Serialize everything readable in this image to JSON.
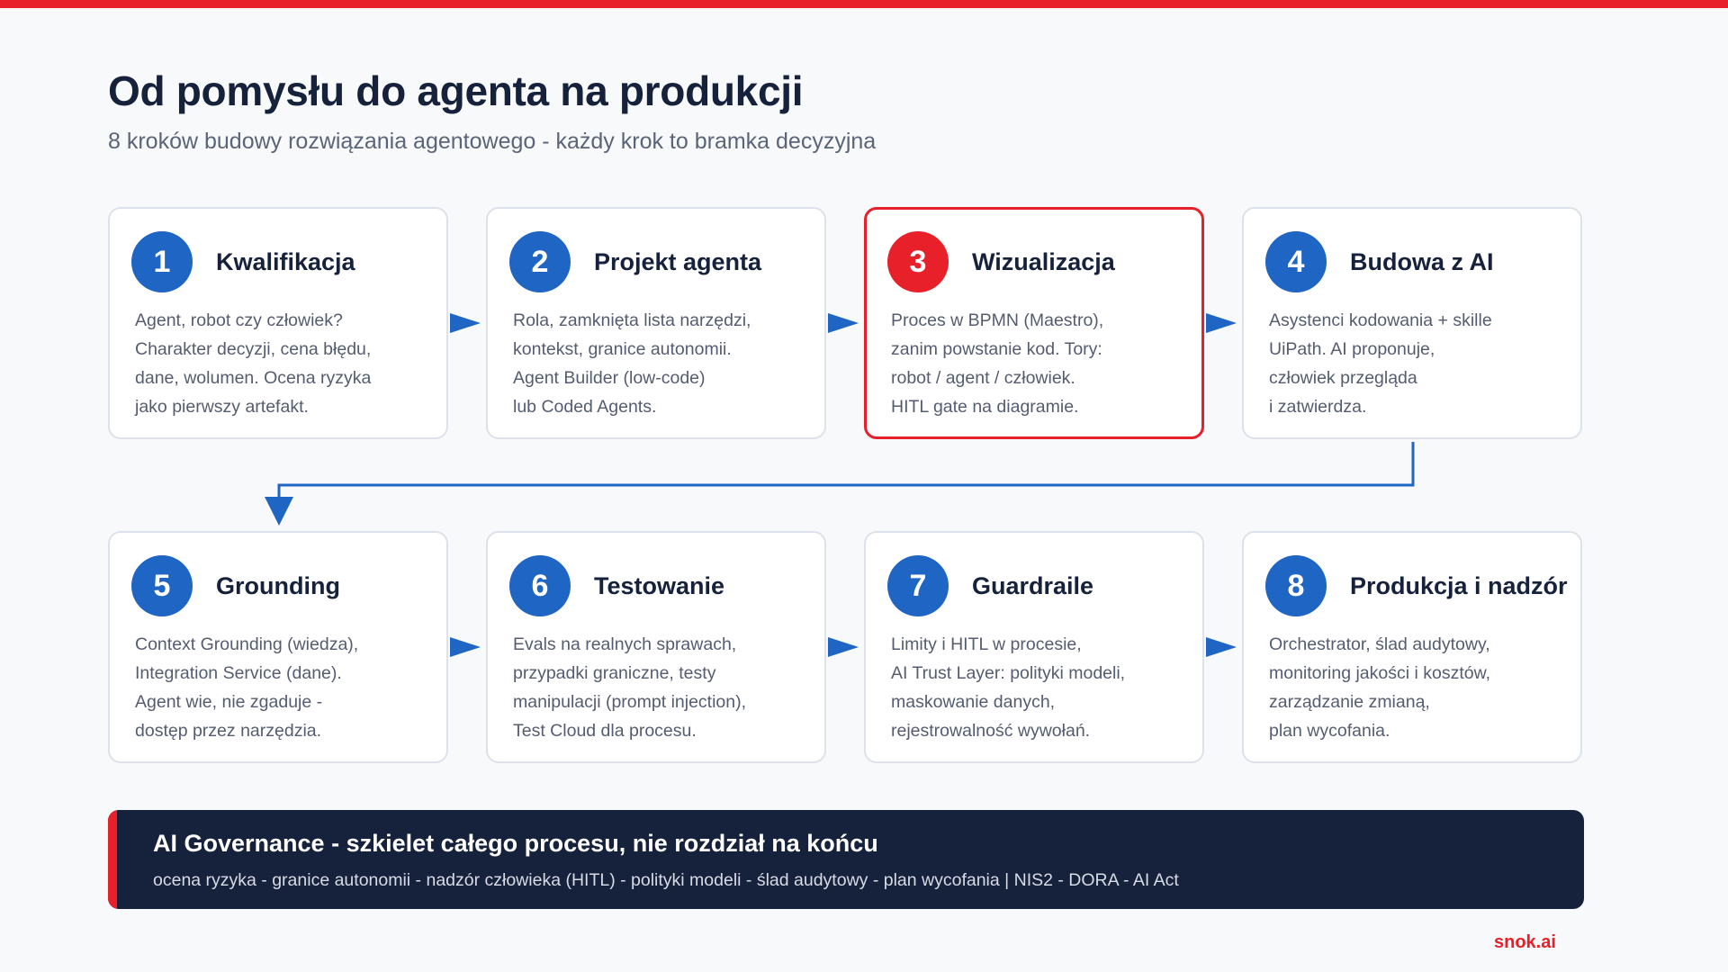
{
  "header": {
    "title": "Od pomysłu do agenta na produkcji",
    "subtitle": "8 kroków budowy rozwiązania agentowego - każdy krok to bramka decyzyjna"
  },
  "colors": {
    "accent": "#e8202a",
    "primary_blue": "#1f65c4",
    "dark_navy": "#16213b"
  },
  "steps": [
    {
      "number": "1",
      "title": "Kwalifikacja",
      "highlighted": false,
      "lines": [
        "Agent, robot czy człowiek?",
        "Charakter decyzji, cena błędu,",
        "dane, wolumen. Ocena ryzyka",
        "jako pierwszy artefakt."
      ]
    },
    {
      "number": "2",
      "title": "Projekt agenta",
      "highlighted": false,
      "lines": [
        "Rola, zamknięta lista narzędzi,",
        "kontekst, granice autonomii.",
        "Agent Builder (low-code)",
        "lub Coded Agents."
      ]
    },
    {
      "number": "3",
      "title": "Wizualizacja",
      "highlighted": true,
      "lines": [
        "Proces w BPMN (Maestro),",
        "zanim powstanie kod. Tory:",
        "robot / agent / człowiek.",
        "HITL gate na diagramie."
      ]
    },
    {
      "number": "4",
      "title": "Budowa z AI",
      "highlighted": false,
      "lines": [
        "Asystenci kodowania + skille",
        "UiPath. AI proponuje,",
        "człowiek przegląda",
        "i zatwierdza."
      ]
    },
    {
      "number": "5",
      "title": "Grounding",
      "highlighted": false,
      "lines": [
        "Context Grounding (wiedza),",
        "Integration Service (dane).",
        "Agent wie, nie zgaduje -",
        "dostęp przez narzędzia."
      ]
    },
    {
      "number": "6",
      "title": "Testowanie",
      "highlighted": false,
      "lines": [
        "Evals na realnych sprawach,",
        "przypadki graniczne, testy",
        "manipulacji (prompt injection),",
        "Test Cloud dla procesu."
      ]
    },
    {
      "number": "7",
      "title": "Guardraile",
      "highlighted": false,
      "lines": [
        "Limity i HITL w procesie,",
        "AI Trust Layer: polityki modeli,",
        "maskowanie danych,",
        "rejestrowalność wywołań."
      ]
    },
    {
      "number": "8",
      "title": "Produkcja i nadzór",
      "highlighted": false,
      "lines": [
        "Orchestrator, ślad audytowy,",
        "monitoring jakości i kosztów,",
        "zarządzanie zmianą,",
        "plan wycofania."
      ]
    }
  ],
  "governance": {
    "title": "AI Governance - szkielet całego procesu, nie rozdział na końcu",
    "subtitle": "ocena ryzyka - granice autonomii - nadzór człowieka (HITL) - polityki modeli - ślad audytowy - plan wycofania  |  NIS2 - DORA - AI Act"
  },
  "brand": "snok.ai"
}
